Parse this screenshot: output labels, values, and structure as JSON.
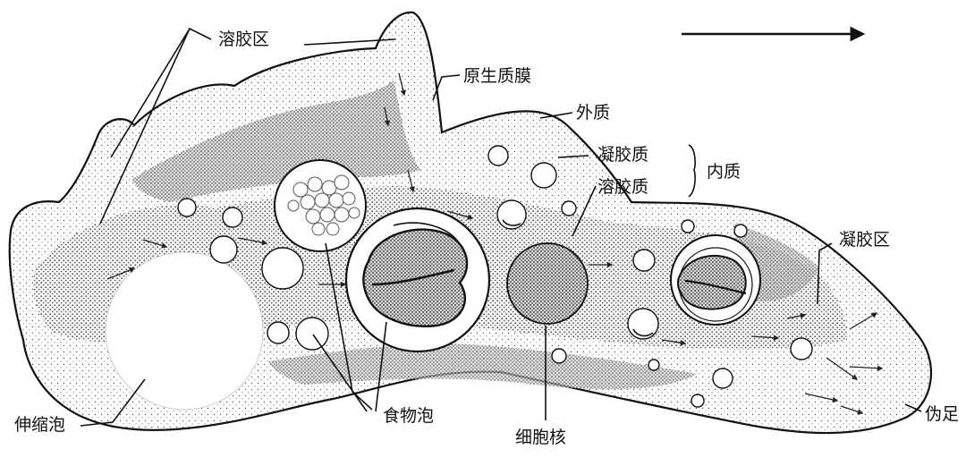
{
  "labels": {
    "sol_zone": "溶胶区",
    "plasma_membrane": "原生质膜",
    "ectoplasm": "外质",
    "gel_substance": "凝胶质",
    "sol_substance": "溶胶质",
    "endoplasm": "内质",
    "gel_zone": "凝胶区",
    "contractile_vacuole": "伸缩泡",
    "food_vacuole": "食物泡",
    "nucleus": "细胞核",
    "pseudopod": "伪足"
  }
}
